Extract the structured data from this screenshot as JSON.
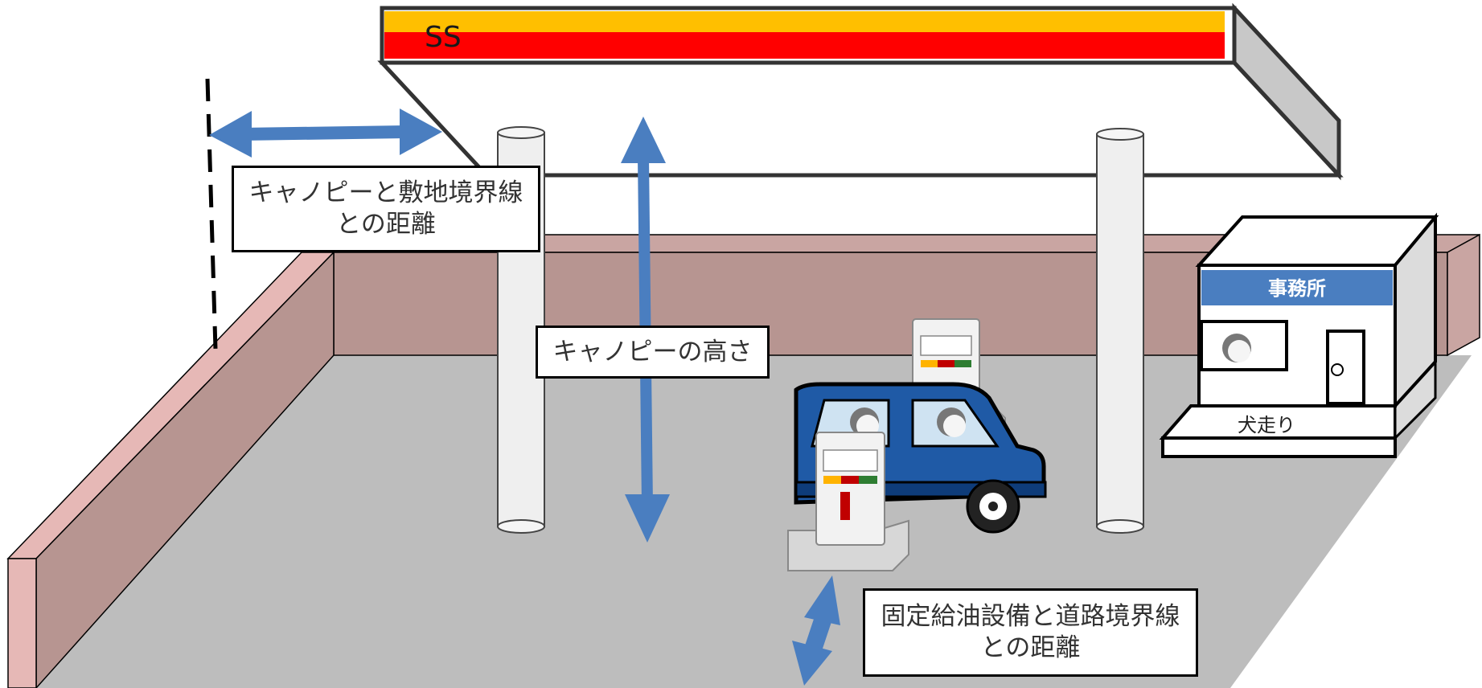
{
  "canopy": {
    "sign_text": "SS",
    "stripe_top_color": "#FFBF00",
    "stripe_bottom_color": "#FF0000"
  },
  "labels": {
    "canopy_to_boundary": [
      "キャノピーと敷地境界線",
      "との距離"
    ],
    "canopy_height": [
      "キャノピーの高さ"
    ],
    "dispenser_to_road": [
      "固定給油設備と道路境界線",
      "との距離"
    ]
  },
  "office": {
    "sign": "事務所",
    "sign_color": "#4A7EC0",
    "walkway_label": "犬走り"
  },
  "colors": {
    "arrow": "#4A7EC0",
    "ground": "#BDBDBD",
    "wall_front": "#B79591",
    "wall_side": "#E6B8B6",
    "car": "#1F5AA6"
  },
  "icons": [
    "double-arrow-icon",
    "car-icon",
    "fuel-dispenser-icon",
    "person-icon",
    "pillar-icon",
    "office-building-icon"
  ]
}
